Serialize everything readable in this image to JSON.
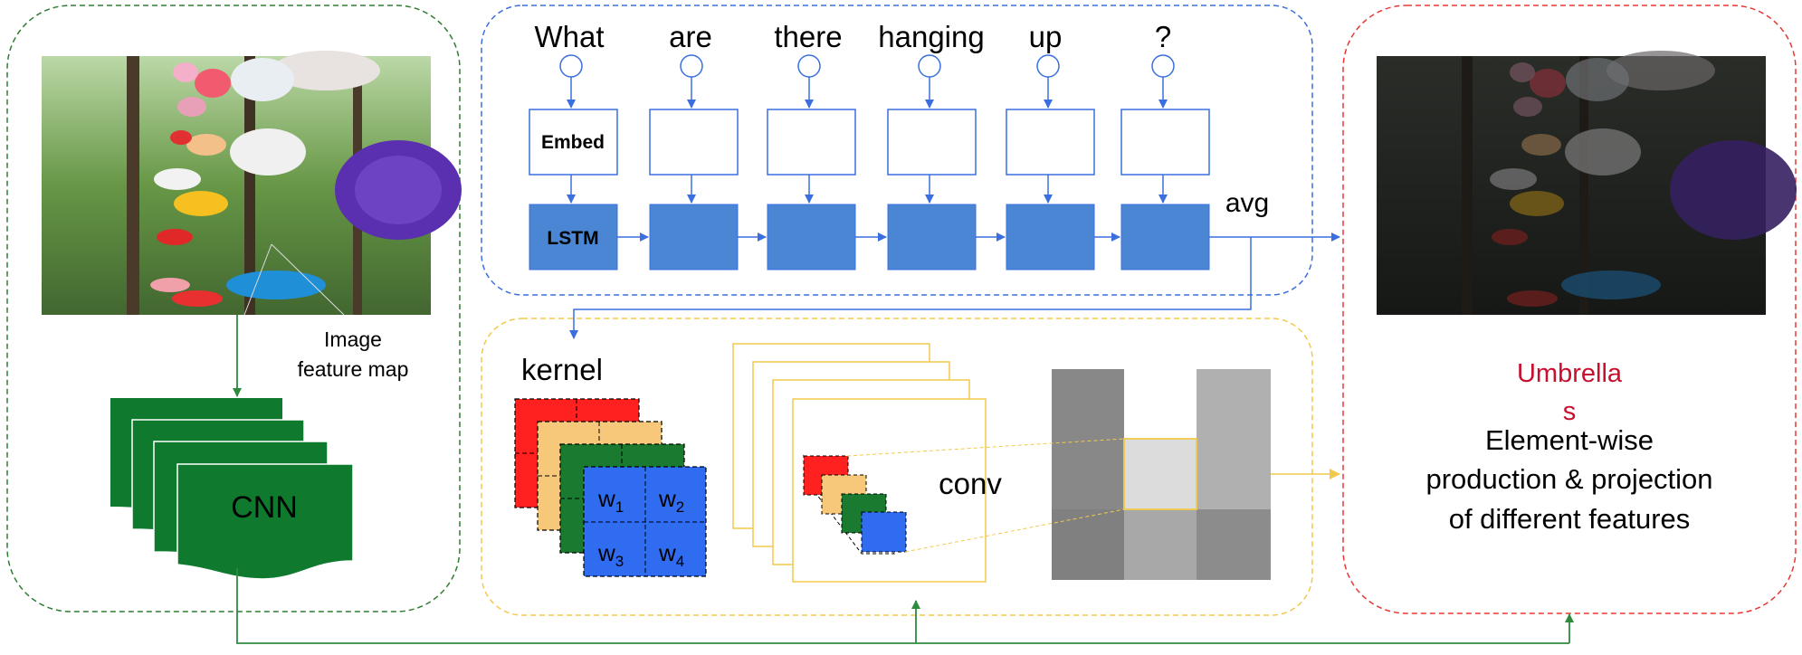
{
  "question": {
    "words": [
      "What",
      "are",
      "there",
      "hanging",
      "up",
      "?"
    ],
    "embed_label": "Embed",
    "lstm_label": "LSTM",
    "pool_label": "avg"
  },
  "cnn": {
    "label": "CNN",
    "caption_line1": "Image",
    "caption_line2": "feature map"
  },
  "kernel": {
    "title": "kernel",
    "weights": [
      "w",
      "1",
      "w",
      "2",
      "w",
      "3",
      "w",
      "4"
    ],
    "conv_label": "conv"
  },
  "output": {
    "answer_line1": "Umbrella",
    "answer_line2": "s",
    "desc_line1": "Element-wise",
    "desc_line2": "production & projection",
    "desc_line3": "of different features"
  },
  "colors": {
    "image_panel_border": "#2e7d32",
    "question_panel_border": "#3b6fe0",
    "conv_panel_border": "#f2c94c",
    "output_panel_border": "#e53935",
    "lstm_fill": "#4a86d4",
    "cnn_fill": "#0f7a2e",
    "answer_text": "#c8102e",
    "kernel_red": "#ff2020",
    "kernel_orange": "#f8c87a",
    "kernel_green": "#1a7a30",
    "kernel_blue": "#2f6cf0"
  }
}
